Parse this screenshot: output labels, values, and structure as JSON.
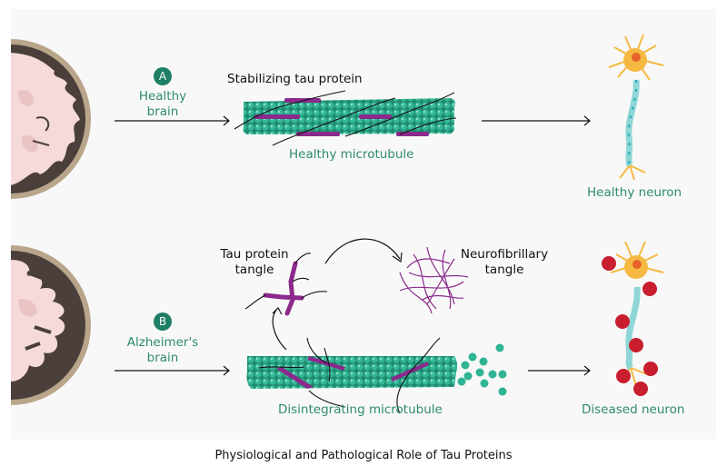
{
  "title": "Physiological and Pathological Role of Tau Proteins",
  "colors": {
    "teal_text": "#2f8a72",
    "badge": "#1f7f66",
    "microtubule": "#2aa88a",
    "tau": "#8b2a8c",
    "neuron": "#f5b942",
    "plaque": "#c81e2e"
  },
  "panel_a": {
    "badge": "A",
    "brain_label_1": "Healthy",
    "brain_label_2": "brain",
    "tau_label": "Stabilizing tau protein",
    "microtubule_label": "Healthy microtubule",
    "neuron_label": "Healthy neuron"
  },
  "panel_b": {
    "badge": "B",
    "brain_label_1": "Alzheimer's",
    "brain_label_2": "brain",
    "tangle_label_1": "Tau protein",
    "tangle_label_2": "tangle",
    "nft_label_1": "Neurofibrillary",
    "nft_label_2": "tangle",
    "microtubule_label": "Disintegrating microtubule",
    "neuron_label": "Diseased neuron"
  }
}
